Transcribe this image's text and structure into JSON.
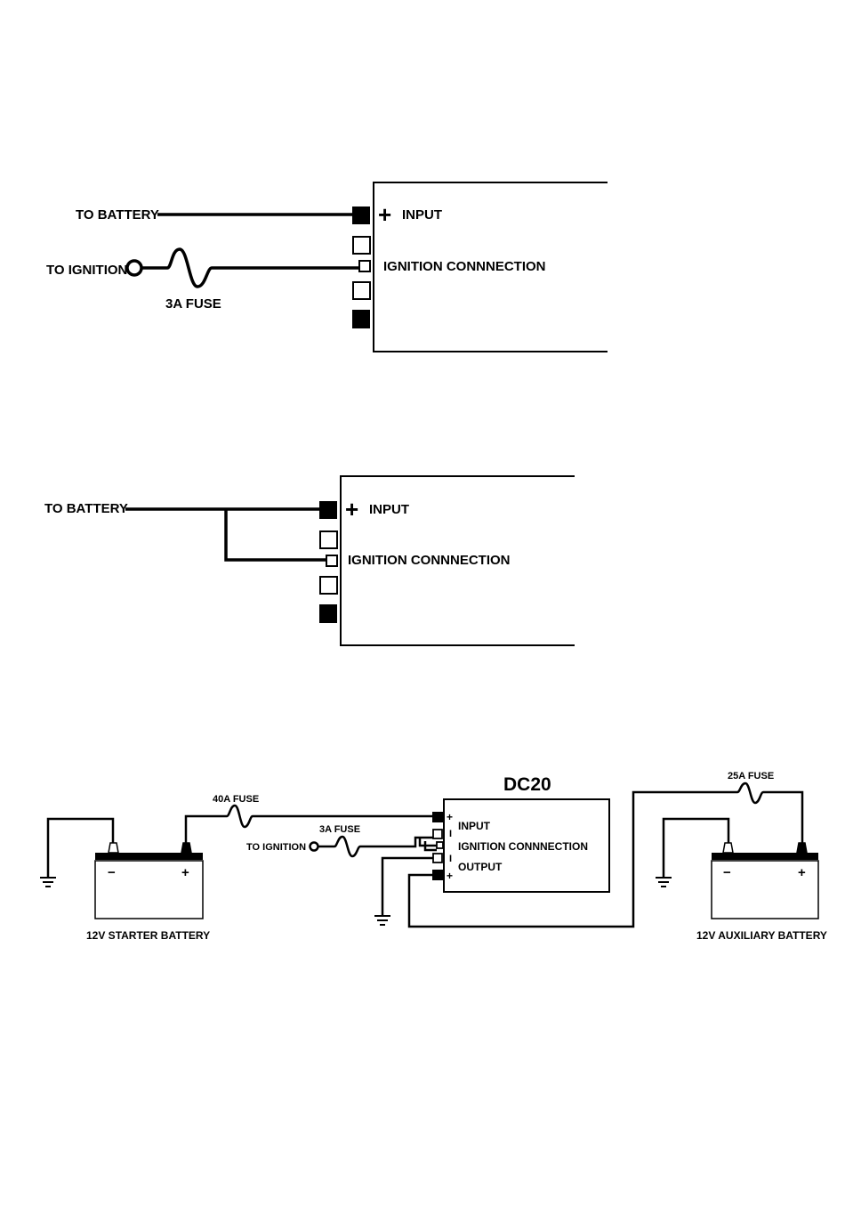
{
  "diagram1": {
    "battery_label": "TO BATTERY",
    "ignition_label": "TO IGNITION",
    "fuse_label": "3A FUSE",
    "input_sign": "+",
    "input_label": "INPUT",
    "ignition_connection_label": "IGNITION CONNNECTION"
  },
  "diagram2": {
    "battery_label": "TO BATTERY",
    "input_sign": "+",
    "input_label": "INPUT",
    "ignition_connection_label": "IGNITION CONNNECTION"
  },
  "diagram3": {
    "device_title": "DC20",
    "fuse_40a_label": "40A FUSE",
    "fuse_3a_label": "3A FUSE",
    "fuse_25a_label": "25A FUSE",
    "ignition_label": "TO IGNITION",
    "input_label": "INPUT",
    "ignition_connection_label": "IGNITION CONNNECTION",
    "output_label": "OUTPUT",
    "pin_plus_top": "+",
    "pin_i_upper": "I",
    "pin_i_lower": "I",
    "pin_plus_bottom": "+",
    "starter_battery_label": "12V STARTER BATTERY",
    "auxiliary_battery_label": "12V AUXILIARY BATTERY",
    "battery_minus": "−",
    "battery_plus": "+"
  }
}
